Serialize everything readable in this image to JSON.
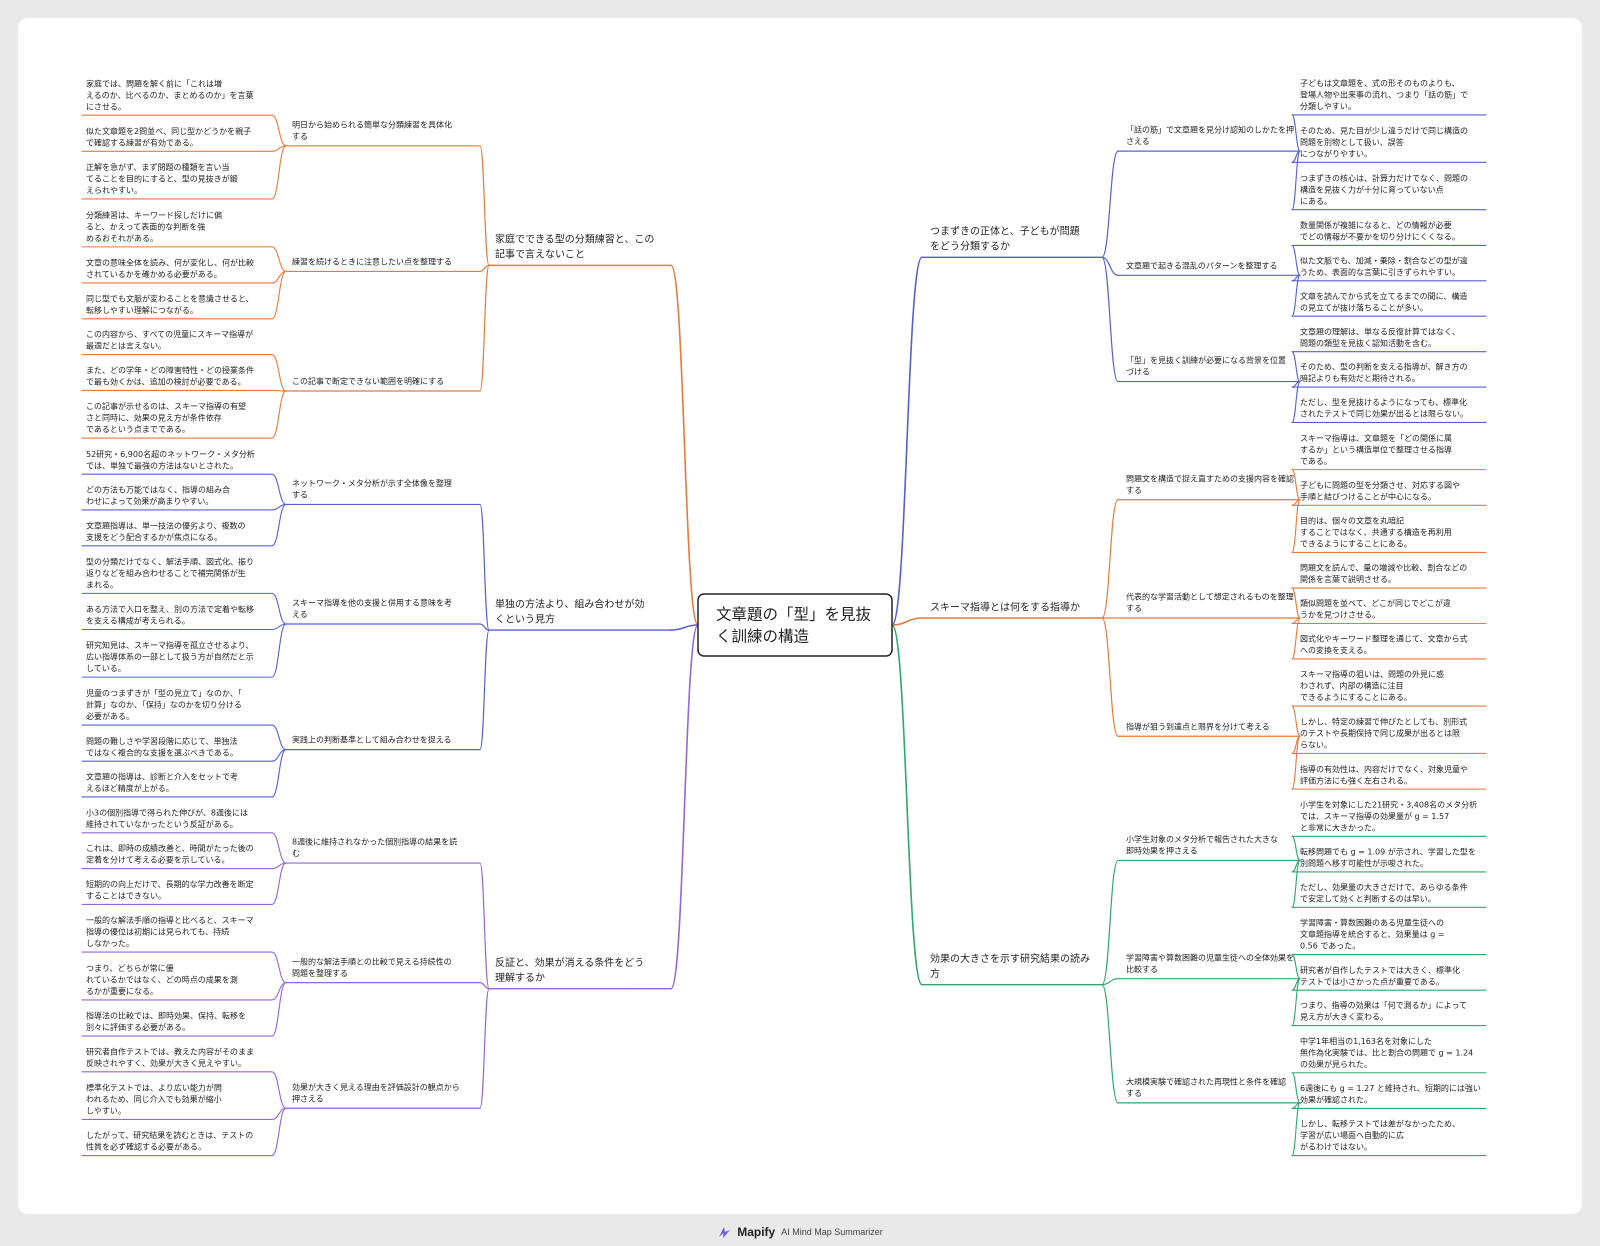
{
  "colors": {
    "orange": "#e8793a",
    "blue": "#5560d0",
    "purple": "#9466d6",
    "green": "#2ea86b",
    "text": "#222222"
  },
  "root": {
    "lines": [
      "文章題の「型」を見抜",
      "く訓練の構造"
    ]
  },
  "branches": [
    {
      "side": "right",
      "color": "blue",
      "lines": [
        "つまずきの正体と、子どもが問題",
        "をどう分類するか"
      ],
      "children": [
        {
          "lines": [
            "「話の筋」で文章題を見分け認知のしかたを押",
            "さえる"
          ],
          "leaves": [
            [
              "子どもは文章題を、式の形そのものよりも、",
              "登場人物や出来事の流れ、つまり「話の筋」で",
              "分類しやすい。"
            ],
            [
              "そのため、見た目が少し違うだけで同じ構造の",
              "問題を別物として扱い、誤答",
              "につながりやすい。"
            ],
            [
              "つまずきの核心は、計算力だけでなく、問題の",
              "構造を見抜く力が十分に育っていない点",
              "にある。"
            ]
          ]
        },
        {
          "lines": [
            "文章題で起きる混乱のパターンを整理する"
          ],
          "leaves": [
            [
              "数量関係が複雑になると、どの情報が必要",
              "でどの情報が不要かを切り分けにくくなる。"
            ],
            [
              "似た文脈でも、加減・乗除・割合などの型が違",
              "うため、表面的な言葉に引きずられやすい。"
            ],
            [
              "文章を読んでから式を立てるまでの間に、構造",
              "の見立てが抜け落ちることが多い。"
            ]
          ]
        },
        {
          "lines": [
            "「型」を見抜く訓練が必要になる背景を位置",
            "づける"
          ],
          "leaves": [
            [
              "文章題の理解は、単なる反復計算ではなく、",
              "問題の類型を見抜く認知活動を含む。"
            ],
            [
              "そのため、型の判断を支える指導が、解き方の",
              "暗記よりも有効だと期待される。"
            ],
            [
              "ただし、型を見抜けるようになっても、標準化",
              "されたテストで同じ効果が出るとは限らない。"
            ]
          ]
        }
      ]
    },
    {
      "side": "right",
      "color": "orange",
      "lines": [
        "スキーマ指導とは何をする指導か"
      ],
      "children": [
        {
          "lines": [
            "問題文を構造で捉え直すための支援内容を確認",
            "する"
          ],
          "leaves": [
            [
              "スキーマ指導は、文章題を「どの関係に属",
              "するか」という構造単位で整理させる指導",
              "である。"
            ],
            [
              "子どもに問題の型を分類させ、対応する図や",
              "手順と結びつけることが中心になる。"
            ],
            [
              "目的は、個々の文章を丸暗記",
              "することではなく、共通する構造を再利用",
              "できるようにすることにある。"
            ]
          ]
        },
        {
          "lines": [
            "代表的な学習活動として想定されるものを整理",
            "する"
          ],
          "leaves": [
            [
              "問題文を読んで、量の増減や比較、割合などの",
              "関係を言葉で説明させる。"
            ],
            [
              "類似問題を並べて、どこが同じでどこが違",
              "うかを見つけさせる。"
            ],
            [
              "図式化やキーワード整理を通じて、文章から式",
              "への変換を支える。"
            ]
          ]
        },
        {
          "lines": [
            "指導が狙う到達点と限界を分けて考える"
          ],
          "leaves": [
            [
              "スキーマ指導の狙いは、問題の外見に惑",
              "わされず、内部の構造に注目",
              "できるようにすることにある。"
            ],
            [
              "しかし、特定の練習で伸びたとしても、別形式",
              "のテストや長期保持で同じ成果が出るとは限",
              "らない。"
            ],
            [
              "指導の有効性は、内容だけでなく、対象児童や",
              "評価方法にも強く左右される。"
            ]
          ]
        }
      ]
    },
    {
      "side": "right",
      "color": "green",
      "lines": [
        "効果の大きさを示す研究結果の読み",
        "方"
      ],
      "children": [
        {
          "lines": [
            "小学生対象のメタ分析で報告された大きな",
            "即時効果を押さえる"
          ],
          "leaves": [
            [
              "小学生を対象にした21研究・3,408名のメタ分析",
              "では、スキーマ指導の効果量が g = 1.57",
              "と非常に大きかった。"
            ],
            [
              "転移問題でも g = 1.09 が示され、学習した型を",
              "別問題へ移す可能性が示唆された。"
            ],
            [
              "ただし、効果量の大きさだけで、あらゆる条件",
              "で安定して効くと判断するのは早い。"
            ]
          ]
        },
        {
          "lines": [
            "学習障害や算数困難の児童生徒への全体効果を",
            "比較する"
          ],
          "leaves": [
            [
              "学習障害・算数困難のある児童生徒への",
              "文章題指導を統合すると、効果量は g =",
              "0.56 であった。"
            ],
            [
              "研究者が自作したテストでは大きく、標準化",
              "テストでは小さかった点が重要である。"
            ],
            [
              "つまり、指導の効果は「何で測るか」によって",
              "見え方が大きく変わる。"
            ]
          ]
        },
        {
          "lines": [
            "大規模実験で確認された再現性と条件を確認",
            "する"
          ],
          "leaves": [
            [
              "中学1年相当の1,163名を対象にした",
              "無作為化実験では、比と割合の問題で g = 1.24",
              "の効果が見られた。"
            ],
            [
              "6週後にも g = 1.27 と維持され、短期的には強い",
              "効果が確認された。"
            ],
            [
              "しかし、転移テストでは差がなかったため、",
              "学習が広い場面へ自動的に広",
              "がるわけではない。"
            ]
          ]
        }
      ]
    },
    {
      "side": "left",
      "color": "orange",
      "lines": [
        "家庭でできる型の分類練習と、この",
        "記事で言えないこと"
      ],
      "children": [
        {
          "lines": [
            "明日から始められる簡単な分類練習を具体化",
            "する"
          ],
          "leaves": [
            [
              "家庭では、問題を解く前に「これは増",
              "えるのか、比べるのか、まとめるのか」を言葉",
              "にさせる。"
            ],
            [
              "似た文章題を2問並べ、同じ型かどうかを親子",
              "で確認する練習が有効である。"
            ],
            [
              "正解を急がず、まず問題の種類を言い当",
              "てることを目的にすると、型の見抜きが鍛",
              "えられやすい。"
            ]
          ]
        },
        {
          "lines": [
            "練習を続けるときに注意したい点を整理する"
          ],
          "leaves": [
            [
              "分類練習は、キーワード探しだけに偏",
              "ると、かえって表面的な判断を強",
              "めるおそれがある。"
            ],
            [
              "文章の意味全体を読み、何が変化し、何が比較",
              "されているかを確かめる必要がある。"
            ],
            [
              "同じ型でも文脈が変わることを意識させると、",
              "転移しやすい理解につながる。"
            ]
          ]
        },
        {
          "lines": [
            "この記事で断定できない範囲を明確にする"
          ],
          "leaves": [
            [
              "この内容から、すべての児童にスキーマ指導が",
              "最適だとは言えない。"
            ],
            [
              "また、どの学年・どの障害特性・どの授業条件",
              "で最も効くかは、追加の検討が必要である。"
            ],
            [
              "この記事が示せるのは、スキーマ指導の有望",
              "さと同時に、効果の見え方が条件依存",
              "であるという点までである。"
            ]
          ]
        }
      ]
    },
    {
      "side": "left",
      "color": "blue",
      "lines": [
        "単独の方法より、組み合わせが効",
        "くという見方"
      ],
      "children": [
        {
          "lines": [
            "ネットワーク・メタ分析が示す全体像を整理",
            "する"
          ],
          "leaves": [
            [
              "52研究・6,900名超のネットワーク・メタ分析",
              "では、単独で最強の方法はないとされた。"
            ],
            [
              "どの方法も万能ではなく、指導の組み合",
              "わせによって効果が高まりやすい。"
            ],
            [
              "文章題指導は、単一技法の優劣より、複数の",
              "支援をどう配合するかが焦点になる。"
            ]
          ]
        },
        {
          "lines": [
            "スキーマ指導を他の支援と併用する意味を考",
            "える"
          ],
          "leaves": [
            [
              "型の分類だけでなく、解法手順、図式化、振り",
              "返りなどを組み合わせることで補完関係が生",
              "まれる。"
            ],
            [
              "ある方法で入口を整え、別の方法で定着や転移",
              "を支える構成が考えられる。"
            ],
            [
              "研究知見は、スキーマ指導を孤立させるより、",
              "広い指導体系の一部として扱う方が自然だと示",
              "している。"
            ]
          ]
        },
        {
          "lines": [
            "実践上の判断基準として組み合わせを捉える"
          ],
          "leaves": [
            [
              "児童のつまずきが「型の見立て」なのか、「",
              "計算」なのか、「保持」なのかを切り分ける",
              "必要がある。"
            ],
            [
              "問題の難しさや学習段階に応じて、単独法",
              "ではなく複合的な支援を選ぶべきである。"
            ],
            [
              "文章題の指導は、診断と介入をセットで考",
              "えるほど精度が上がる。"
            ]
          ]
        }
      ]
    },
    {
      "side": "left",
      "color": "purple",
      "lines": [
        "反証と、効果が消える条件をどう",
        "理解するか"
      ],
      "children": [
        {
          "lines": [
            "8週後に維持されなかった個別指導の結果を読",
            "む"
          ],
          "leaves": [
            [
              "小3の個別指導で得られた伸びが、8週後には",
              "維持されていなかったという反証がある。"
            ],
            [
              "これは、即時の成績改善と、時間がたった後の",
              "定着を分けて考える必要を示している。"
            ],
            [
              "短期的の向上だけで、長期的な学力改善を断定",
              "することはできない。"
            ]
          ]
        },
        {
          "lines": [
            "一般的な解法手順との比較で見える持続性の",
            "問題を整理する"
          ],
          "leaves": [
            [
              "一般的な解法手順の指導と比べると、スキーマ",
              "指導の優位は初期には見られても、持続",
              "しなかった。"
            ],
            [
              "つまり、どちらが常に優",
              "れているかではなく、どの時点の成果を測",
              "るかが重要になる。"
            ],
            [
              "指導法の比較では、即時効果、保持、転移を",
              "別々に評価する必要がある。"
            ]
          ]
        },
        {
          "lines": [
            "効果が大きく見える理由を評価設計の観点から",
            "押さえる"
          ],
          "leaves": [
            [
              "研究者自作テストでは、教えた内容がそのまま",
              "反映されやすく、効果が大きく見えやすい。"
            ],
            [
              "標準化テストでは、より広い能力が問",
              "われるため、同じ介入でも効果が縮小",
              "しやすい。"
            ],
            [
              "したがって、研究結果を読むときは、テストの",
              "性質を必ず確認する必要がある。"
            ]
          ]
        }
      ]
    }
  ],
  "footer": {
    "brand": "Mapify",
    "tagline": "AI Mind Map Summarizer"
  }
}
